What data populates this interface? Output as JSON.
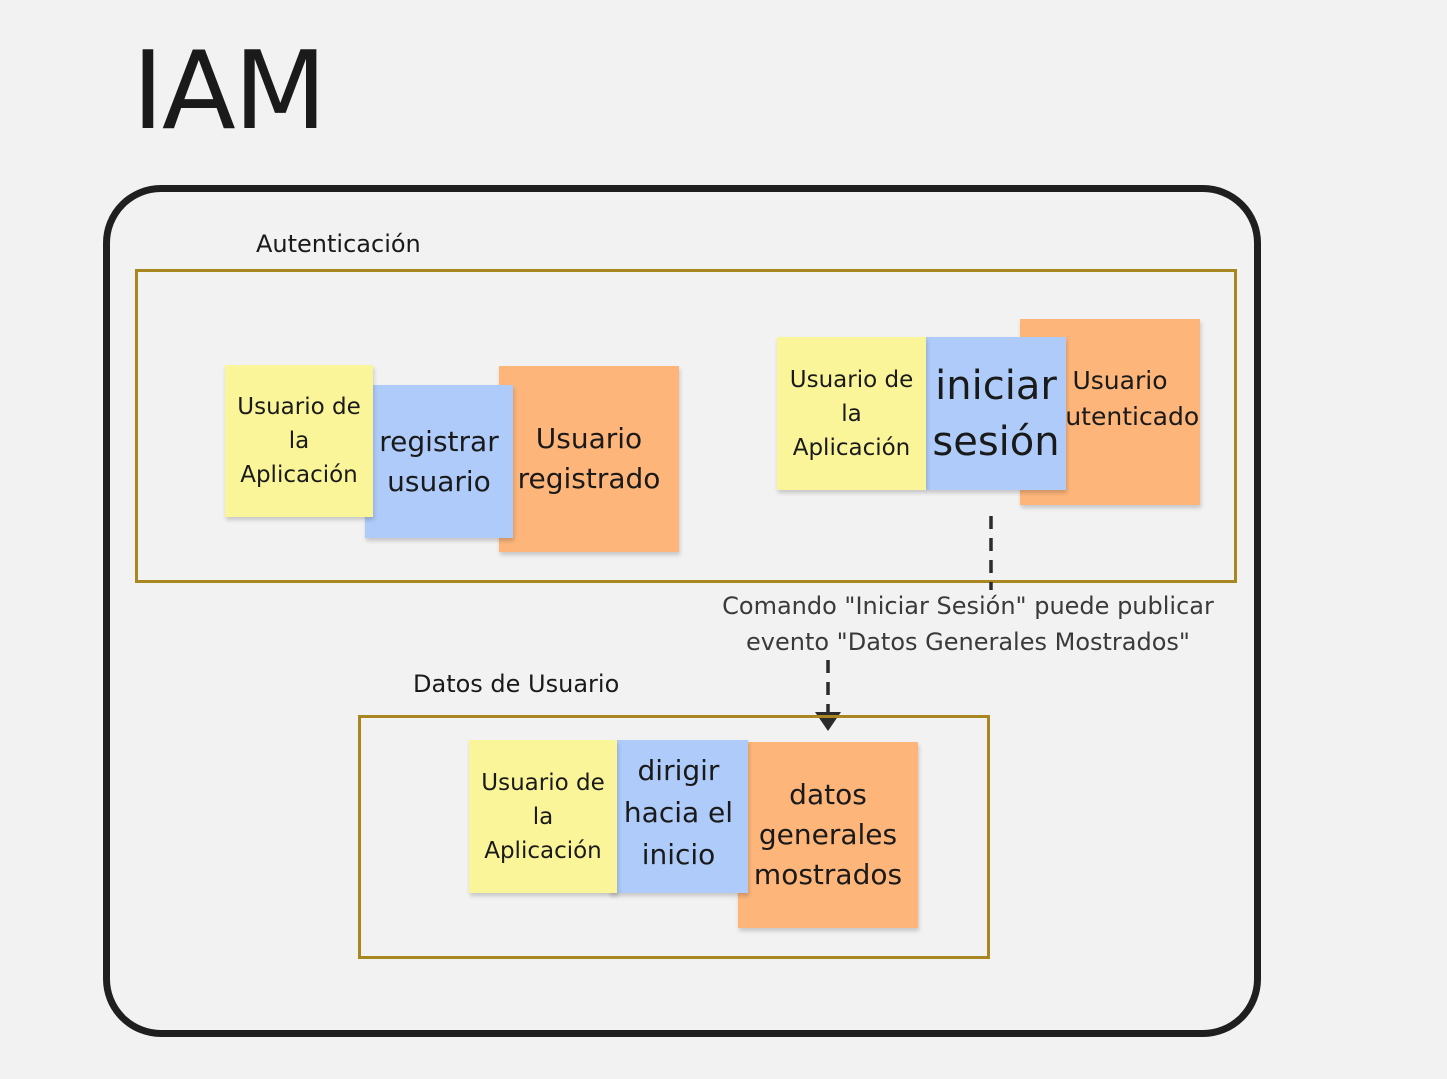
{
  "title": "IAM",
  "groups": {
    "autenticacion": {
      "label": "Autenticación",
      "flow1": {
        "actor": "Usuario de la Aplicación",
        "command": "registrar usuario",
        "event": "Usuario registrado"
      },
      "flow2": {
        "actor": "Usuario de la Aplicación",
        "command": "iniciar sesión",
        "event": "Usuario autenticado"
      }
    },
    "datos_usuario": {
      "label": "Datos de Usuario",
      "flow": {
        "actor": "Usuario de la Aplicación",
        "command": "dirigir hacia el inicio",
        "event": "datos generales mostrados"
      }
    }
  },
  "connector": {
    "note_line1": "Comando \"Iniciar Sesión\" puede publicar",
    "note_line2": "evento \"Datos Generales Mostrados\""
  },
  "colors": {
    "actor": "#fbf59a",
    "command": "#aecbfa",
    "event": "#fdb57a",
    "group_border": "#a88720",
    "frame": "#1f1f1f"
  }
}
